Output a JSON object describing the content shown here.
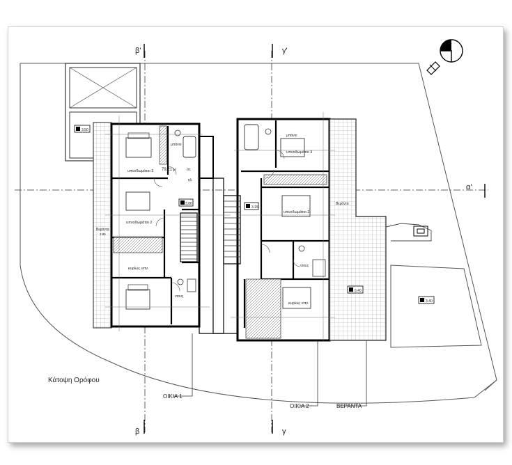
{
  "title": "Κάτοψη Ορόφου",
  "section_marks": {
    "beta_top": "β'",
    "gamma_top": "γ'",
    "beta_bottom": "β",
    "gamma_bottom": "γ",
    "alpha_right": "α'"
  },
  "callouts": {
    "house1": "ΟΙΚΙΑ 1",
    "house2": "ΟΙΚΙΑ 2",
    "veranda": "ΒΕΡΑΝΤΑ"
  },
  "house1": {
    "bedroom3": "υπνοδωμάτιο 3",
    "bedroom2": "υπνοδωμάτιο 2",
    "master": "κυρίως υπν.",
    "bath": "μπάνιο",
    "wc": "ντους",
    "area": "79,21 μ",
    "st": "στ.",
    "na": "ηλ.",
    "veranda": "Βεράντα",
    "level_top": "3.50",
    "level_mid": "3.85",
    "level_right": "3.80"
  },
  "house2": {
    "bedroom3": "υπνοδωμάτιο 3",
    "bedroom2": "υπνοδωμάτιο 2",
    "master": "κυρίως υπν.",
    "bath": "μπάνιο",
    "wc": "ντους",
    "veranda": "Βεράντα",
    "level_mid": "3.15",
    "level_veranda": "6.40",
    "level_right": "3.40"
  }
}
